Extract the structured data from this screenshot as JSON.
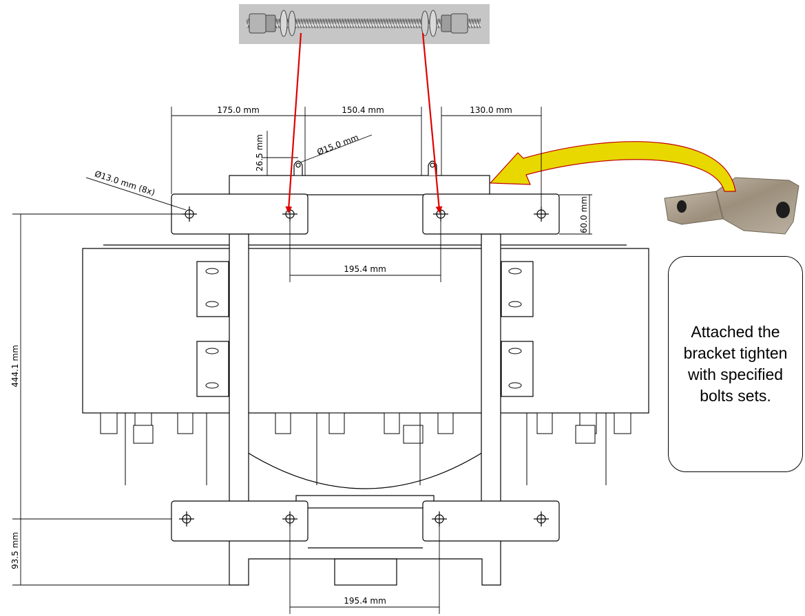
{
  "dimensions": {
    "top_left_span": "175.0 mm",
    "top_mid_span": "150.4 mm",
    "top_right_span": "130.0 mm",
    "lug_height": "26.5 mm",
    "lug_hole": "Ø15.0 mm",
    "bracket_hole": "Ø13.0 mm (8x)",
    "bracket_height": "60.0 mm",
    "top_hole_spacing": "195.4 mm",
    "overall_height": "444.1 mm",
    "base_height": "93.5 mm",
    "bottom_hole_spacing": "195.4 mm"
  },
  "note": {
    "text": "Attached the bracket tighten with specified bolts sets."
  },
  "colors": {
    "arrow_red": "#e00000",
    "curved_arrow_fill": "#e8d800",
    "curved_arrow_edge": "#c00000",
    "bolt_photo_bg": "#c8c8c8",
    "bracket_photo": "#a89a86"
  },
  "icons": {
    "bolt_set": "threaded-rod-with-nuts-photo",
    "bracket": "bent-metal-bracket-photo"
  }
}
